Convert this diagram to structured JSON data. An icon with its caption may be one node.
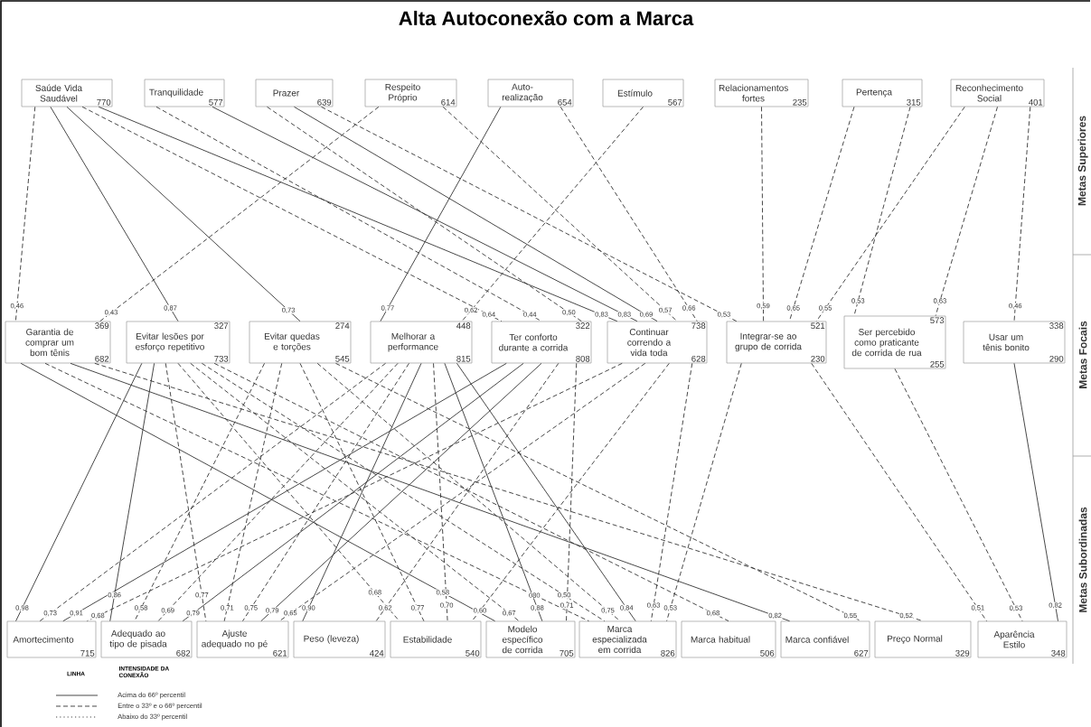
{
  "diagram": {
    "title": "Alta Autoconexão com a Marca",
    "nodes": [
      {
        "text": [
          "Saúde Vida Saudável",
          "770"
        ]
      },
      {
        "text": [
          "Tranquilidade",
          "577"
        ]
      },
      {
        "text": [
          "Prazer",
          "639"
        ]
      },
      {
        "text": [
          "Respeito Próprio",
          "614"
        ]
      },
      {
        "text": [
          "Auto-realização",
          "654"
        ]
      },
      {
        "text": [
          "Estímulo",
          "567"
        ]
      },
      {
        "text": [
          "Relacionamentos fortes",
          "235"
        ]
      },
      {
        "text": [
          "Pertença",
          "315"
        ]
      },
      {
        "text": [
          "Reconhecimento Social",
          "401"
        ]
      },
      {
        "text": [
          "Garantia de comprar um bom tênis",
          "369",
          "682"
        ]
      },
      {
        "text": [
          "Evitar lesões por esforço repetitivo",
          "327",
          "733"
        ]
      },
      {
        "text": [
          "Evitar quedas e torções",
          "274",
          "545"
        ]
      },
      {
        "text": [
          "Melhorar a performance",
          "448",
          "815"
        ]
      },
      {
        "text": [
          "Ter conforto durante a corrida",
          "322",
          "808"
        ]
      },
      {
        "text": [
          "Continuar correndo a vida toda",
          "738",
          "628"
        ]
      },
      {
        "text": [
          "Integrar-se ao grupo de corrida",
          "521",
          "230"
        ]
      },
      {
        "text": [
          "Ser percebido como praticante de corrida de rua",
          "573",
          "255"
        ]
      },
      {
        "text": [
          "Usar um tênis bonito",
          "338",
          "290"
        ]
      },
      {
        "text": [
          "Amortecimento",
          "715"
        ]
      },
      {
        "text": [
          "Adequado ao tipo de pisada",
          "682"
        ]
      },
      {
        "text": [
          "Ajuste adequado no pé",
          "621"
        ]
      },
      {
        "text": [
          "Peso (leveza)",
          "424"
        ]
      },
      {
        "text": [
          "Estabilidade",
          "540"
        ]
      },
      {
        "text": [
          "Modelo específico de corrida",
          "705"
        ]
      },
      {
        "text": [
          "Marca especializada em corrida",
          "826"
        ]
      },
      {
        "text": [
          "Marca habitual",
          "506"
        ]
      },
      {
        "text": [
          "Marca confiável",
          "627"
        ]
      },
      {
        "text": [
          "Preço Normal",
          "329"
        ]
      },
      {
        "text": [
          "Aparência Estilo",
          "348"
        ]
      }
    ],
    "edges": [
      {
        "from": 0,
        "to": 9,
        "arrow": "none",
        "label": "0,46",
        "style": "dashed"
      },
      {
        "from": 3,
        "to": 9,
        "arrow": "none",
        "label": "0,43",
        "style": "dashed"
      },
      {
        "from": 0,
        "to": 10,
        "arrow": "none",
        "label": "0,87"
      },
      {
        "from": 0,
        "to": 11,
        "arrow": "none",
        "label": "0,73"
      },
      {
        "from": 4,
        "to": 12,
        "arrow": "none",
        "label": "0,77"
      },
      {
        "from": 5,
        "to": 12,
        "arrow": "none",
        "label": "0,62",
        "style": "dashed"
      },
      {
        "from": 0,
        "to": 13,
        "arrow": "none",
        "label": "0,64",
        "style": "dashed"
      },
      {
        "from": 1,
        "to": 13,
        "arrow": "none",
        "label": "0,44",
        "style": "dashed"
      },
      {
        "from": 2,
        "to": 13,
        "arrow": "none",
        "label": "0,50",
        "style": "dashed"
      },
      {
        "from": 0,
        "to": 14,
        "arrow": "none",
        "label": "0,83"
      },
      {
        "from": 1,
        "to": 14,
        "arrow": "none",
        "label": "0,83"
      },
      {
        "from": 2,
        "to": 14,
        "arrow": "none",
        "label": "0,69"
      },
      {
        "from": 3,
        "to": 14,
        "arrow": "none",
        "label": "0,57",
        "style": "dashed"
      },
      {
        "from": 4,
        "to": 14,
        "arrow": "none",
        "label": "0,66",
        "style": "dashed"
      },
      {
        "from": 2,
        "to": 15,
        "arrow": "none",
        "label": "0,53",
        "style": "dashed"
      },
      {
        "from": 6,
        "to": 15,
        "arrow": "none",
        "label": "0,59",
        "style": "dashed"
      },
      {
        "from": 7,
        "to": 15,
        "arrow": "none",
        "label": "0,65",
        "style": "dashed"
      },
      {
        "from": 8,
        "to": 15,
        "arrow": "none",
        "label": "0,55",
        "style": "dashed"
      },
      {
        "from": 7,
        "to": 16,
        "arrow": "none",
        "label": "0,53",
        "style": "dashed"
      },
      {
        "from": 8,
        "to": 16,
        "arrow": "none",
        "label": "0,63",
        "style": "dashed"
      },
      {
        "from": 8,
        "to": 17,
        "arrow": "none",
        "label": "0,46",
        "style": "dashed"
      },
      {
        "from": 10,
        "to": 18,
        "arrow": "none",
        "label": "0,98"
      },
      {
        "from": 12,
        "to": 18,
        "arrow": "none",
        "label": "0,73",
        "style": "dashed"
      },
      {
        "from": 13,
        "to": 18,
        "arrow": "none",
        "label": "0,91"
      },
      {
        "from": 14,
        "to": 18,
        "arrow": "none",
        "label": "0,68",
        "style": "dashed"
      },
      {
        "from": 10,
        "to": 19,
        "arrow": "none",
        "label": "0,86"
      },
      {
        "from": 11,
        "to": 19,
        "arrow": "none",
        "label": "0,58",
        "style": "dashed"
      },
      {
        "from": 12,
        "to": 19,
        "arrow": "none",
        "label": "0,69",
        "style": "dashed"
      },
      {
        "from": 13,
        "to": 19,
        "arrow": "none",
        "label": "0,79"
      },
      {
        "from": 14,
        "to": 20,
        "arrow": "none",
        "label": "0,65",
        "style": "dashed"
      },
      {
        "from": 10,
        "to": 20,
        "arrow": "none",
        "label": "0,77",
        "style": "dashed"
      },
      {
        "from": 11,
        "to": 20,
        "arrow": "none",
        "label": "0,71",
        "style": "dashed"
      },
      {
        "from": 12,
        "to": 20,
        "arrow": "none",
        "label": "0,75",
        "style": "dashed"
      },
      {
        "from": 13,
        "to": 20,
        "arrow": "none",
        "label": "0,79"
      },
      {
        "from": 12,
        "to": 21,
        "arrow": "none",
        "label": "0,90"
      },
      {
        "from": 13,
        "to": 21,
        "arrow": "none",
        "label": "0,62",
        "style": "dashed"
      },
      {
        "from": 10,
        "to": 22,
        "arrow": "none",
        "label": "0,68",
        "style": "dashed"
      },
      {
        "from": 11,
        "to": 22,
        "arrow": "none",
        "label": "0,77",
        "style": "dashed"
      },
      {
        "from": 12,
        "to": 22,
        "arrow": "none",
        "label": "0,70",
        "style": "dashed"
      },
      {
        "from": 14,
        "to": 22,
        "arrow": "none",
        "label": "0,60",
        "style": "dashed"
      },
      {
        "from": 10,
        "to": 23,
        "arrow": "none",
        "label": "0,67",
        "style": "dashed"
      },
      {
        "from": 12,
        "to": 23,
        "arrow": "none",
        "label": "0,88"
      },
      {
        "from": 13,
        "to": 23,
        "arrow": "none",
        "label": "0,71",
        "style": "dashed"
      },
      {
        "from": 9,
        "to": 23,
        "arrow": "none",
        "label": "0,58"
      },
      {
        "from": 9,
        "to": 24,
        "arrow": "none",
        "label": "080",
        "style": "dashed"
      },
      {
        "from": 11,
        "to": 24,
        "arrow": "none",
        "label": "0,75",
        "style": "dashed"
      },
      {
        "from": 12,
        "to": 24,
        "arrow": "none",
        "label": "0,84"
      },
      {
        "from": 10,
        "to": 24,
        "arrow": "none",
        "label": "0,50",
        "style": "dashed"
      },
      {
        "from": 14,
        "to": 24,
        "arrow": "none",
        "label": "0,63",
        "style": "dashed"
      },
      {
        "from": 15,
        "to": 24,
        "arrow": "none",
        "label": "0,53",
        "style": "dashed"
      },
      {
        "from": 10,
        "to": 25,
        "arrow": "none",
        "label": "0,68",
        "style": "dashed"
      },
      {
        "from": 9,
        "to": 26,
        "arrow": "none",
        "label": "0,82"
      },
      {
        "from": 11,
        "to": 26,
        "arrow": "none",
        "label": "0,55",
        "style": "dashed"
      },
      {
        "from": 9,
        "to": 27,
        "arrow": "none",
        "label": "0,52",
        "style": "dashed"
      },
      {
        "from": 15,
        "to": 28,
        "arrow": "none",
        "label": "0,51",
        "style": "dashed"
      },
      {
        "from": 16,
        "to": 28,
        "arrow": "none",
        "label": "0,53",
        "style": "dashed"
      },
      {
        "from": 17,
        "to": 28,
        "arrow": "none",
        "label": "0,82"
      }
    ],
    "labels": [
      "Metas Superiores",
      "Metas Focais",
      "Metas Subordinadas",
      "LINHA",
      "INTENSIDADE DA CONEXÃO"
    ],
    "legend": [
      {
        "text": "Acima do 66º percentil"
      },
      {
        "text": "Entre o 33º e o 66º percentil"
      },
      {
        "text": "Abaixo do 33º percentil"
      }
    ]
  }
}
